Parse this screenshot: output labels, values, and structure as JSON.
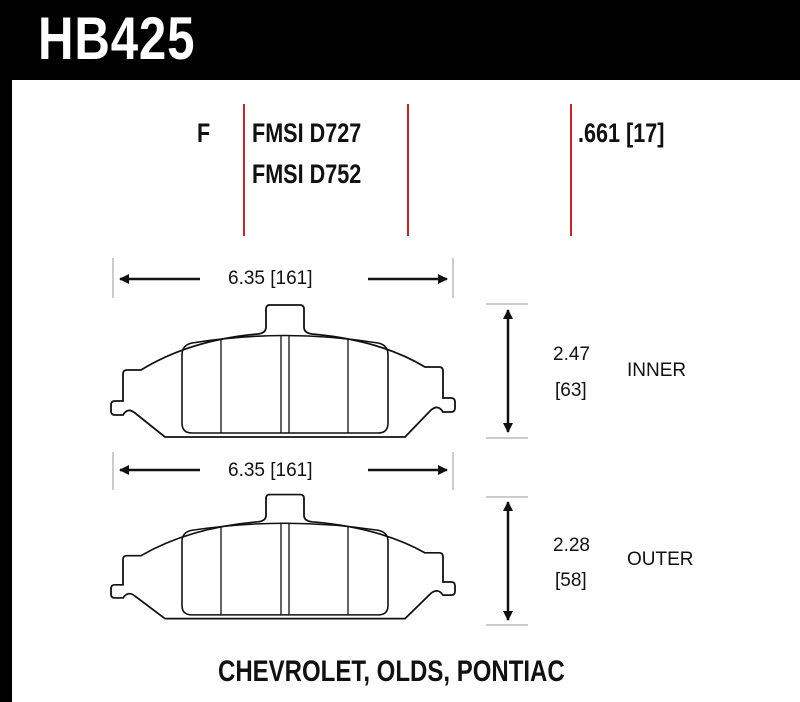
{
  "part_number": "HB425",
  "position": "F",
  "fmsi": [
    "FMSI D727",
    "FMSI D752"
  ],
  "thickness": ".661 [17]",
  "inner": {
    "width": "6.35 [161]",
    "height_in": "2.47",
    "height_mm": "[63]",
    "label": "INNER"
  },
  "outer": {
    "width": "6.35 [161]",
    "height_in": "2.28",
    "height_mm": "[58]",
    "label": "OUTER"
  },
  "applications": "CHEVROLET, OLDS, PONTIAC",
  "colors": {
    "divider": "#d0202a",
    "header": "#000000"
  }
}
